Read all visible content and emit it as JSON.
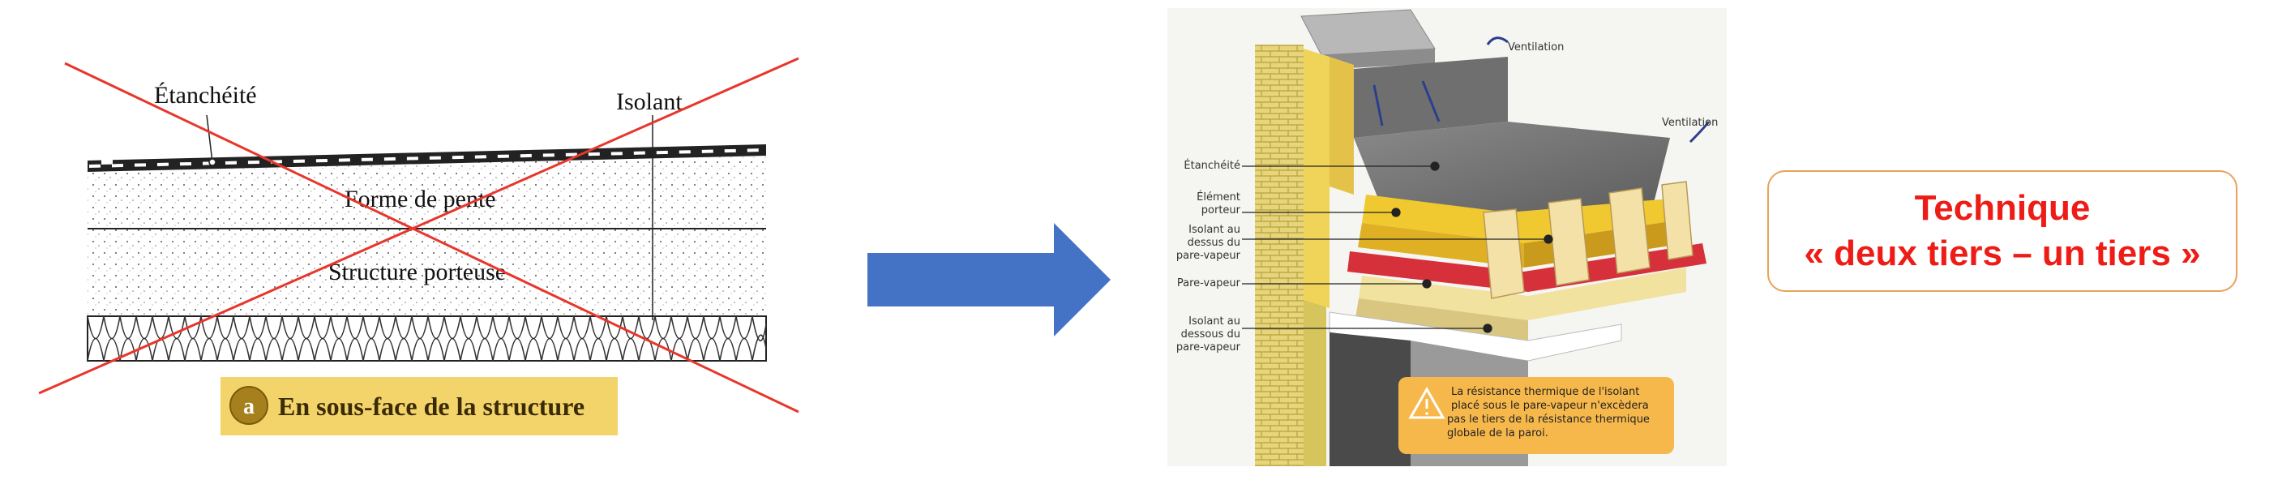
{
  "left": {
    "label_etancheite": "Étanchéité",
    "label_isolant": "Isolant",
    "label_forme_pente": "Forme de pente",
    "label_structure": "Structure porteuse",
    "caption_badge": "a",
    "caption_text": "En sous-face de la structure",
    "cross_color": "#e8362c"
  },
  "right": {
    "label_ventilation_top": "Ventilation",
    "label_ventilation_right": "Ventilation",
    "label_etancheite": "Étanchéité",
    "label_element_1": "Élément",
    "label_element_2": "porteur",
    "label_isolant_dessus_1": "Isolant au",
    "label_isolant_dessus_2": "dessus du",
    "label_isolant_dessus_3": "pare-vapeur",
    "label_pare_vapeur": "Pare-vapeur",
    "label_isolant_dessous_1": "Isolant au",
    "label_isolant_dessous_2": "dessous du",
    "label_isolant_dessous_3": "pare-vapeur",
    "note_1": "La résistance thermique de l'isolant",
    "note_2": "placé sous le pare-vapeur n'excèdera",
    "note_3": "pas le tiers de la résistance thermique",
    "note_4": "globale de la paroi."
  },
  "arrow": {
    "color": "#4472c4"
  },
  "technique": {
    "line1": "Technique",
    "line2": "« deux tiers – un tiers »",
    "color": "#ee1c16",
    "border_color": "#e9a25a"
  }
}
